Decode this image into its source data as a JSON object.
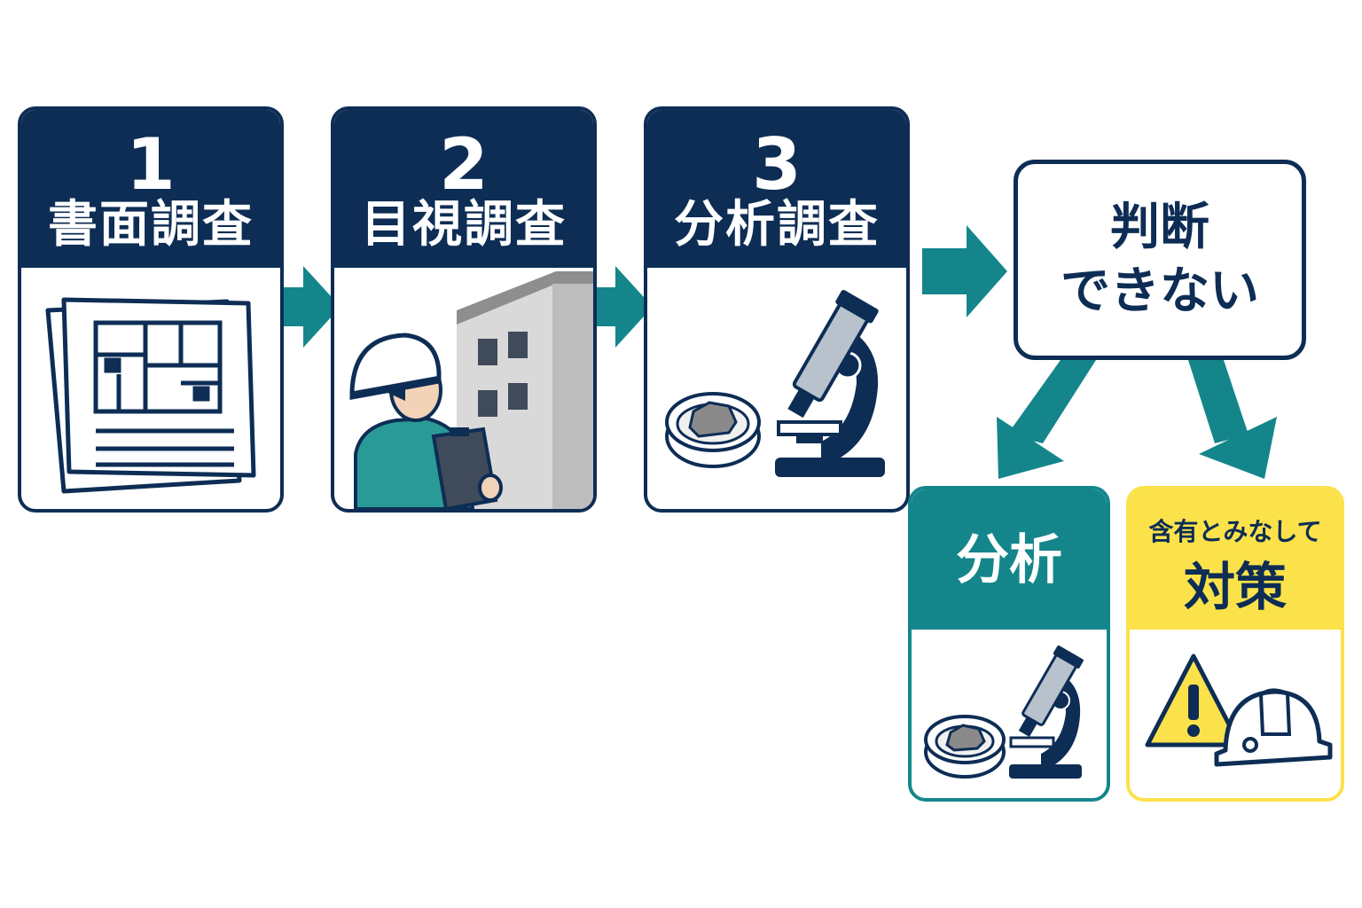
{
  "steps": [
    {
      "number": "1",
      "label": "書面調査",
      "icon": "floor-plan-document-icon"
    },
    {
      "number": "2",
      "label": "目視調査",
      "icon": "inspector-building-icon"
    },
    {
      "number": "3",
      "label": "分析調査",
      "icon": "microscope-sample-icon"
    }
  ],
  "decision": {
    "line1": "判断",
    "line2": "できない"
  },
  "results": [
    {
      "label": "分析",
      "icon": "microscope-sample-icon"
    },
    {
      "label_small": "含有とみなして",
      "label_large": "対策",
      "icon": "warning-helmet-icon"
    }
  ],
  "colors": {
    "navy": "#0d2d55",
    "teal": "#14868b",
    "yellow": "#fbe24a"
  }
}
